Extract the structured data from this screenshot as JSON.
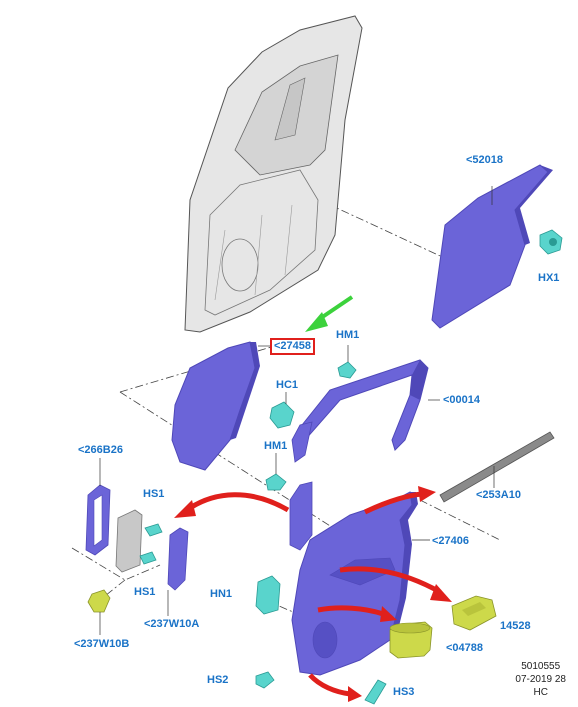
{
  "labels": {
    "p52018": "<52018",
    "hx1": "HX1",
    "p27458": "<27458",
    "hm1_top": "HM1",
    "hc1": "HC1",
    "p00014": "<00014",
    "hm1_mid": "HM1",
    "p266b26": "<266B26",
    "hs1_top": "HS1",
    "hs1_bot": "HS1",
    "p253a10": "<253A10",
    "p27406": "<27406",
    "hn1": "HN1",
    "p237w10a": "<237W10A",
    "p237w10b": "<237W10B",
    "p14528": "14528",
    "p04788": "<04788",
    "hs2": "HS2",
    "hs3": "HS3"
  },
  "meta": {
    "code": "5010555",
    "date": "07-2019 28",
    "tag": "HC"
  },
  "colors": {
    "label": "#1a73c7",
    "part": "#6b64d8",
    "part_dark": "#4f48b8",
    "highlight_arrow": "#e0201c",
    "pointer_arrow": "#3cd23c",
    "clip": "#59d4cc",
    "yellow_part": "#cdd94a"
  }
}
